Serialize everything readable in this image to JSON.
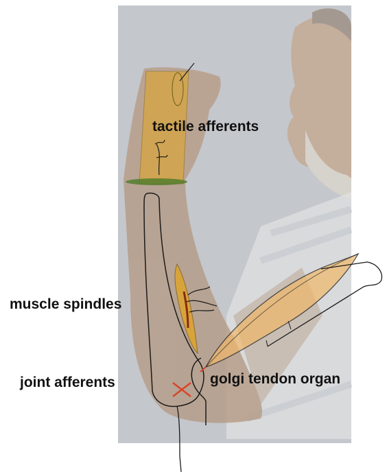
{
  "labels": {
    "tactile": "tactile afferents",
    "spindles": "muscle spindles",
    "joint": "joint afferents",
    "golgi": "golgi tendon organ"
  },
  "colors": {
    "background": "#ffffff",
    "photo_wall": "#c9ccd2",
    "skin": "#b59b86",
    "highlight_fill": "#e2a520",
    "joint_cross": "#d9442a",
    "outline": "#1a1a1a"
  }
}
